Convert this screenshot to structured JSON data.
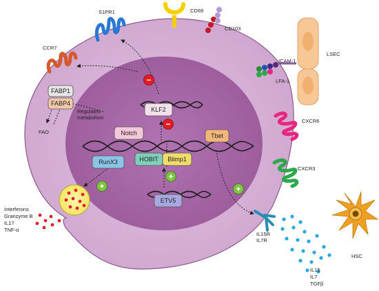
{
  "labels": {
    "s1pr1": "S1PR1",
    "cd69": "CD69",
    "cd103": "CD103",
    "ccr7": "CCR7",
    "icam1": "ICAM-1",
    "lfa1": "LFA-1",
    "lsec": "LSEC",
    "cxcr6": "CXCR6",
    "cxcr3": "CXCR3",
    "il15r": "IL15R",
    "il7r": "IL7R",
    "hsc": "HSC",
    "il15": "IL15",
    "il7": "IL7",
    "tgfb": "TGFβ",
    "fao": "FAO",
    "regulates_1": "Regulates",
    "regulates_2": "metabolism",
    "interferons": "Interferons",
    "granzyme": "Granzyme B",
    "il17": "IL17",
    "tnfa": "TNF-α"
  },
  "boxes": {
    "fabp1": "FABP1",
    "fabp4": "FABP4",
    "klf2": "KLF2",
    "notch": "Notch",
    "tbet": "Tbet",
    "runx3": "RunX3",
    "hobit": "HOBIT",
    "blimp1": "Blimp1",
    "etv5": "ETV5"
  },
  "signs": {
    "minus": "−",
    "plus": "+"
  },
  "colors": {
    "cell": "#dcb8dc",
    "nucleus": "#a667a6",
    "s1pr1": "#2b78d4",
    "ccr7": "#d4582b",
    "cxcr6": "#e8257f",
    "cxcr3": "#2aa84a",
    "receptor_il15r": "#2a8bb5",
    "cytokine_dots": "#29a8e0",
    "hsc": "#f0a020",
    "granule_dots": "#e0202a",
    "lsec": "#f7c796",
    "minus_sign": "#e31b23",
    "plus_sign": "#7ec242"
  }
}
